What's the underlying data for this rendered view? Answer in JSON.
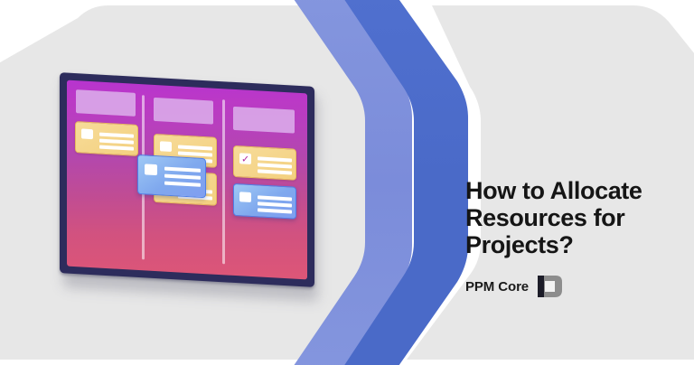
{
  "headline": {
    "line1": "How to Allocate",
    "line2": "Resources for",
    "line3": "Projects?"
  },
  "brand": {
    "name": "PPM Core",
    "logo_icon": "ppm-core-logo-icon"
  },
  "colors": {
    "background": "#ffffff",
    "panel_gray": "#e7e7e7",
    "ribbon_light_blue": "#7e8fdb",
    "ribbon_blue": "#4a6ac8",
    "board_frame": "#2d2c5c",
    "board_gradient_top": "#b734cf",
    "board_gradient_bottom": "#dd5677",
    "column_header": "#d9a7e8",
    "card_yellow": "#f3d07f",
    "card_yellow_border": "#e8bc5c",
    "card_blue": "#7fa8ee",
    "card_blue_border": "#4d7fe8",
    "check_mark": "#b32fa0",
    "text": "#151515"
  },
  "illustration": {
    "name": "kanban-board-illustration",
    "columns": [
      {
        "name": "column-1",
        "header": "column-header-1"
      },
      {
        "name": "column-2",
        "header": "column-header-2"
      },
      {
        "name": "column-3",
        "header": "column-header-3"
      }
    ],
    "cards": [
      {
        "name": "task-card-1",
        "type": "yellow",
        "lines": 3,
        "checked": false
      },
      {
        "name": "task-card-2",
        "type": "yellow",
        "lines": 3,
        "checked": false
      },
      {
        "name": "task-card-3",
        "type": "yellow",
        "lines": 2,
        "checked": false
      },
      {
        "name": "task-card-4",
        "type": "yellow",
        "lines": 3,
        "checked": true,
        "check_glyph": "✓"
      },
      {
        "name": "task-card-5",
        "type": "blue",
        "lines": 3,
        "checked": false
      },
      {
        "name": "task-card-dragged",
        "type": "blue",
        "lines": 3,
        "checked": false
      }
    ]
  }
}
